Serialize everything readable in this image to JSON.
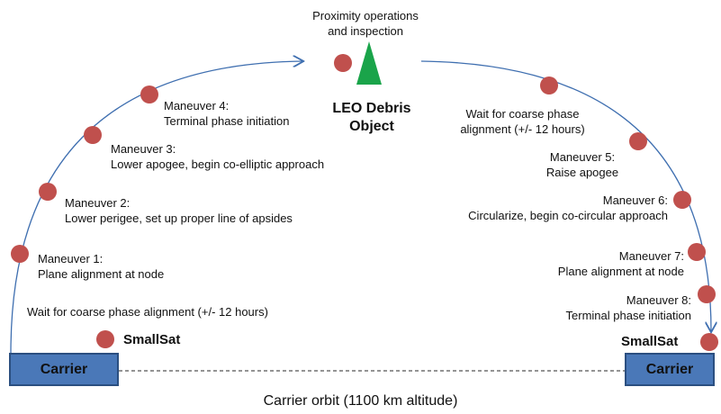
{
  "top": {
    "prox_line1": "Proximity operations",
    "prox_line2": "and inspection"
  },
  "debris": {
    "line1": "LEO Debris",
    "line2": "Object"
  },
  "left": {
    "m4_title": "Maneuver 4:",
    "m4_desc": "Terminal phase initiation",
    "m3_title": "Maneuver 3:",
    "m3_desc": "Lower apogee, begin co-elliptic approach",
    "m2_title": "Maneuver 2:",
    "m2_desc": "Lower perigee, set up proper line of apsides",
    "m1_title": "Maneuver 1:",
    "m1_desc": "Plane alignment at node",
    "wait": "Wait for coarse phase alignment (+/- 12 hours)",
    "smallsat": "SmallSat",
    "carrier": "Carrier"
  },
  "right": {
    "wait_line1": "Wait for coarse phase",
    "wait_line2": "alignment (+/- 12 hours)",
    "m5_title": "Maneuver 5:",
    "m5_desc": "Raise apogee",
    "m6_title": "Maneuver 6:",
    "m6_desc": "Circularize, begin co-circular approach",
    "m7_title": "Maneuver 7:",
    "m7_desc": "Plane alignment at node",
    "m8_title": "Maneuver 8:",
    "m8_desc": "Terminal phase initiation",
    "smallsat": "SmallSat",
    "carrier": "Carrier"
  },
  "bottom": {
    "orbit_label": "Carrier orbit (1100 km altitude)"
  },
  "colors": {
    "trajectory": "#3f6fb0",
    "maneuver_dot": "#c0504d",
    "debris_triangle": "#1aa44a",
    "carrier_box": "#4a78b8"
  }
}
